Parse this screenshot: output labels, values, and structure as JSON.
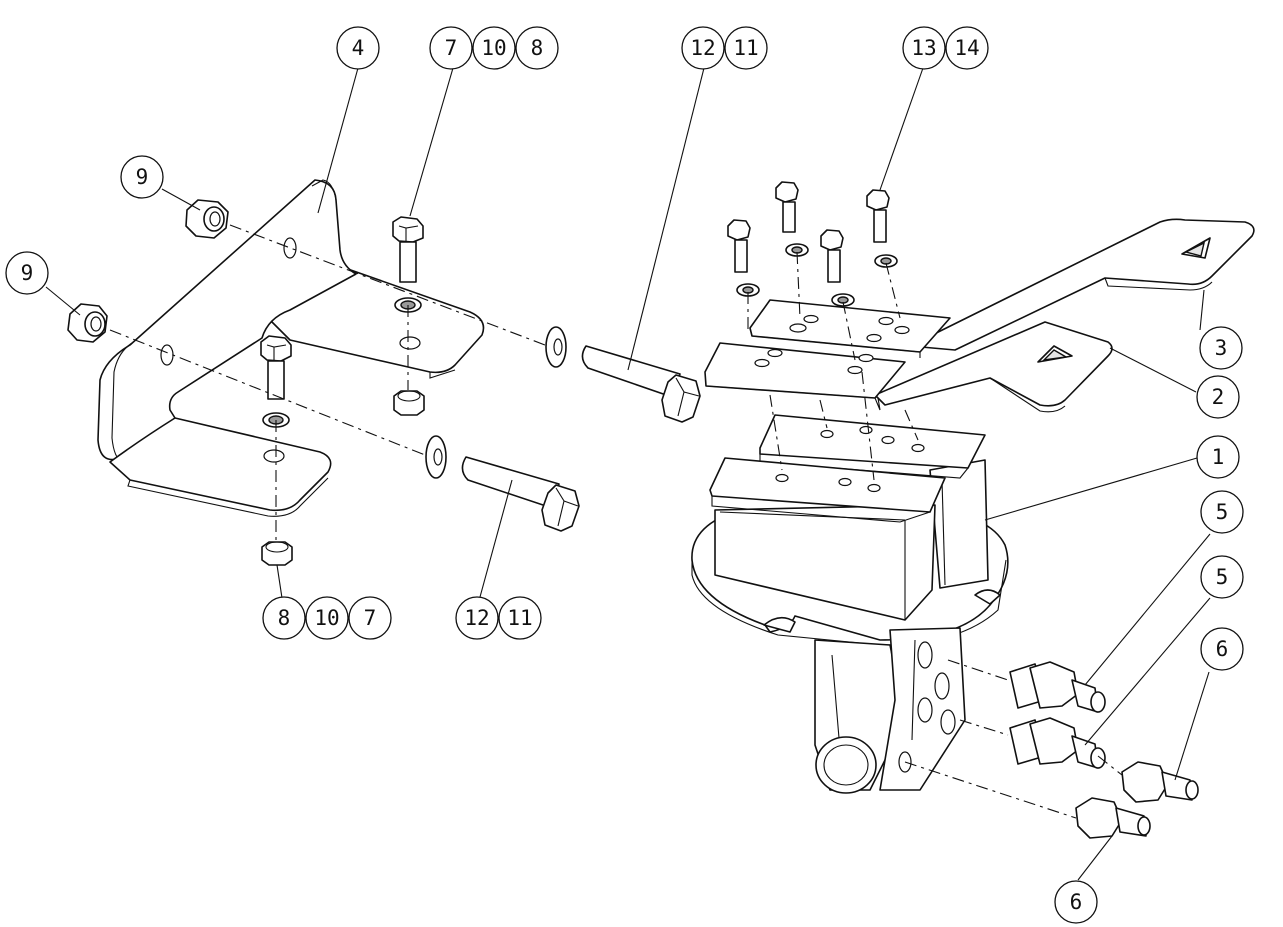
{
  "balloons": [
    {
      "id": "b4",
      "label": "4"
    },
    {
      "id": "b7a",
      "label": "7"
    },
    {
      "id": "b10a",
      "label": "10"
    },
    {
      "id": "b8a",
      "label": "8"
    },
    {
      "id": "b12a",
      "label": "12"
    },
    {
      "id": "b11a",
      "label": "11"
    },
    {
      "id": "b13",
      "label": "13"
    },
    {
      "id": "b14",
      "label": "14"
    },
    {
      "id": "b9a",
      "label": "9"
    },
    {
      "id": "b9b",
      "label": "9"
    },
    {
      "id": "b3",
      "label": "3"
    },
    {
      "id": "b2",
      "label": "2"
    },
    {
      "id": "b1",
      "label": "1"
    },
    {
      "id": "b5a",
      "label": "5"
    },
    {
      "id": "b5b",
      "label": "5"
    },
    {
      "id": "b6a",
      "label": "6"
    },
    {
      "id": "b6b",
      "label": "6"
    },
    {
      "id": "b8b",
      "label": "8"
    },
    {
      "id": "b10b",
      "label": "10"
    },
    {
      "id": "b7b",
      "label": "7"
    },
    {
      "id": "b12b",
      "label": "12"
    },
    {
      "id": "b11b",
      "label": "11"
    }
  ]
}
